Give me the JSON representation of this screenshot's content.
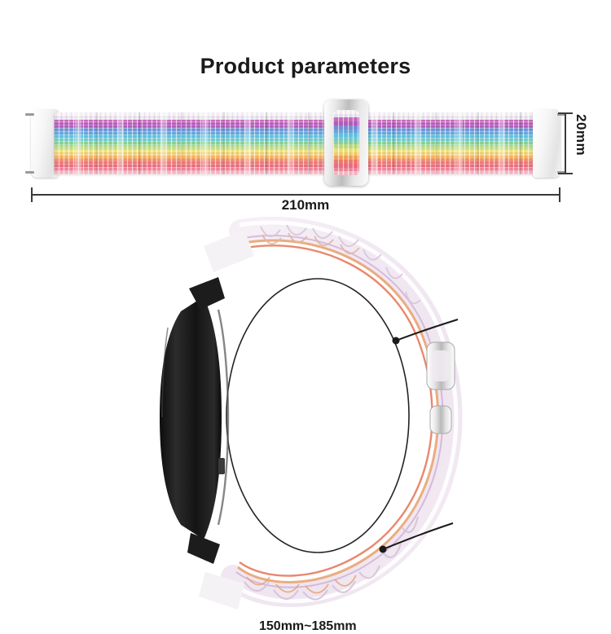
{
  "header": {
    "title": "Product parameters"
  },
  "band": {
    "length_label": "210mm",
    "width_label": "20mm",
    "circumference_label": "150mm~185mm",
    "stripe_colors": [
      "#f7f3f6",
      "#e8e2ee",
      "#c86fc0",
      "#b45fbe",
      "#7f8fd4",
      "#6aa8df",
      "#67c3e2",
      "#78cfcf",
      "#8ed39a",
      "#bcdc87",
      "#eee37e",
      "#f6cf70",
      "#f4a463",
      "#ef7f6b",
      "#ef6f82",
      "#f08a9d",
      "#f3bcc8"
    ],
    "hardware_color": "#d9d9d9",
    "lug_color": "#f3f3f3"
  },
  "watch": {
    "body_color": "#1a1a1a",
    "bezel_color": "#2e2e2e"
  },
  "dimension_line_color": "#3a3a3a",
  "background_color": "#ffffff",
  "icons": {
    "length_dimension": "horizontal-dimension-line",
    "width_dimension": "vertical-dimension-line",
    "circumference_dimension": "circumference-ellipse"
  }
}
